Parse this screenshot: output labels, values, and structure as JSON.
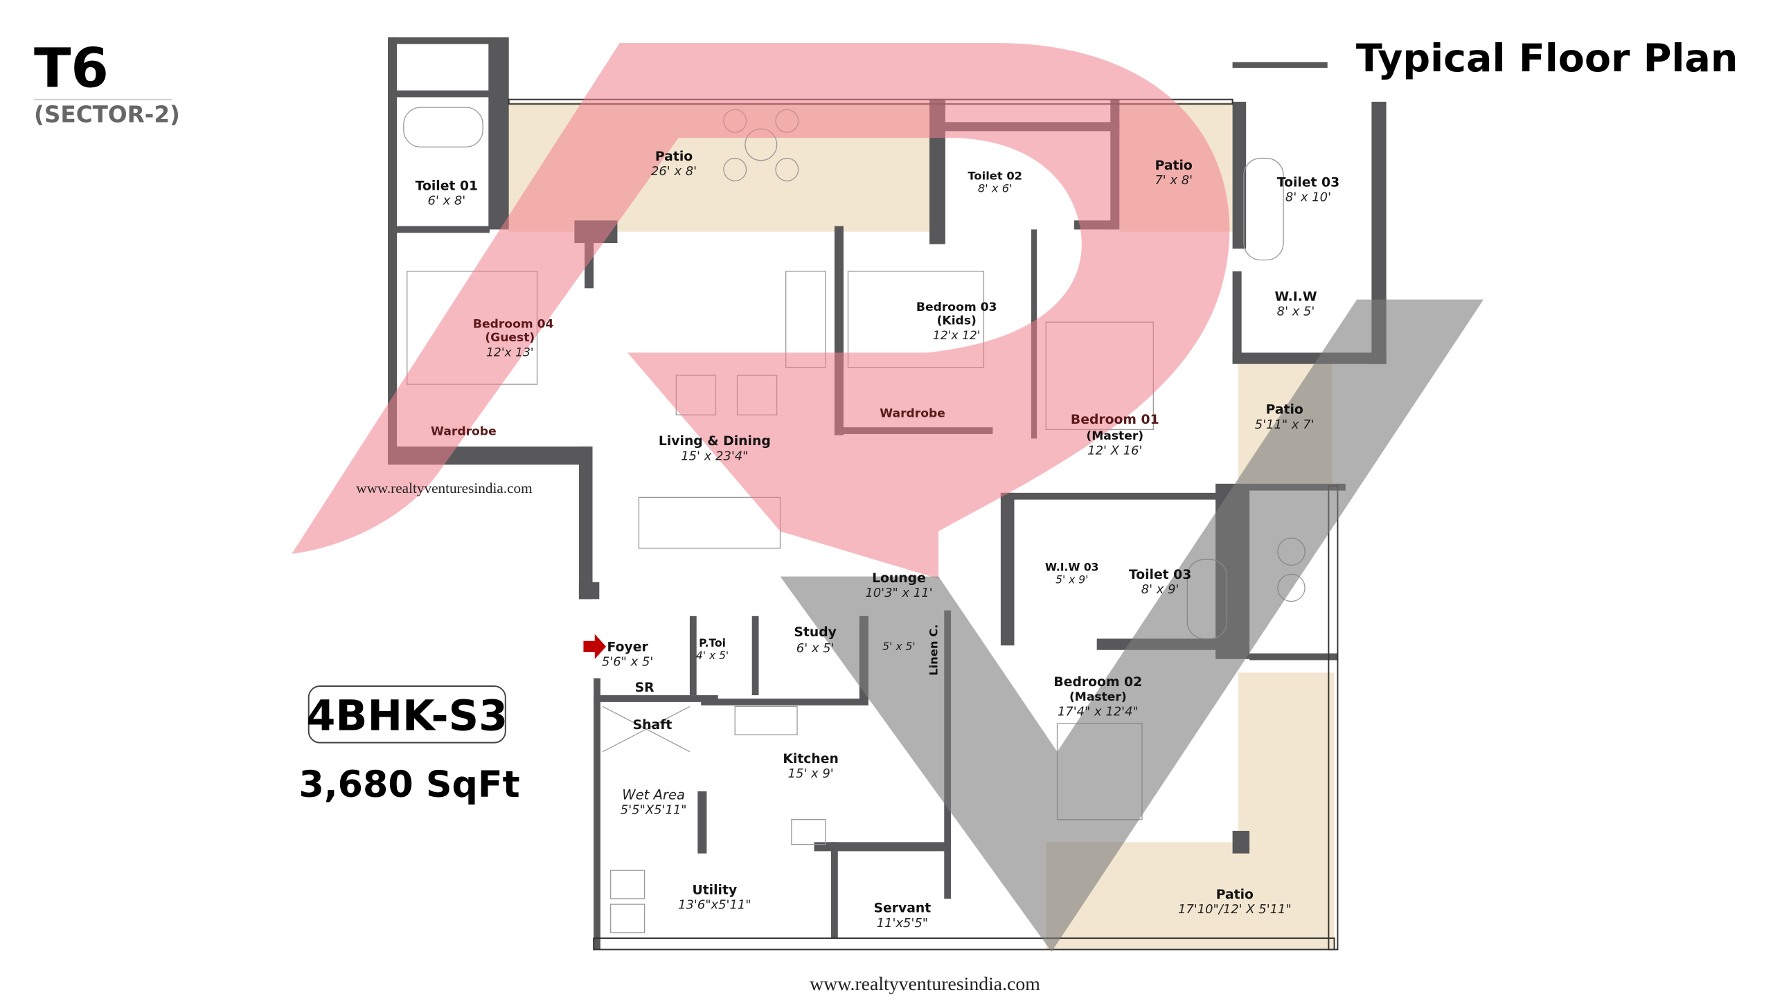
{
  "header": {
    "tower": "T6",
    "sector": "(SECTOR-2)",
    "title": "Typical Floor Plan"
  },
  "unit": {
    "type": "4BHK-S3",
    "area": "3,680 SqFt"
  },
  "watermark": "www.realtyventuresindia.com",
  "footer_url": "www.realtyventuresindia.com",
  "colors": {
    "logo_red": "#f07f8c",
    "logo_gray": "#8c8c8c",
    "patio": "#f3e6d0",
    "wall": "#58585a",
    "entry_arrow": "#c00000"
  },
  "rooms": {
    "toilet01": {
      "name": "Toilet 01",
      "dims": "6' x 8'"
    },
    "patio_top": {
      "name": "Patio",
      "dims": "26' x 8'"
    },
    "toilet02": {
      "name": "Toilet 02",
      "dims": "8' x 6'"
    },
    "patio_mid": {
      "name": "Patio",
      "dims": "7' x 8'"
    },
    "toilet03a": {
      "name": "Toilet 03",
      "dims": "8' x 10'"
    },
    "wiw": {
      "name": "W.I.W",
      "dims": "8' x 5'"
    },
    "bedroom04": {
      "name": "Bedroom 04",
      "sub": "(Guest)",
      "dims": "12'x 13'"
    },
    "bedroom03": {
      "name": "Bedroom 03",
      "sub": "(Kids)",
      "dims": "12'x 12'"
    },
    "wardrobe1": {
      "name": "Wardrobe"
    },
    "wardrobe2": {
      "name": "Wardrobe"
    },
    "living": {
      "name": "Living & Dining",
      "dims": "15' x 23'4\""
    },
    "bedroom01": {
      "name": "Bedroom 01",
      "sub": "(Master)",
      "dims": "12' X 16'"
    },
    "patio_right": {
      "name": "Patio",
      "dims": "5'11\" x 7'"
    },
    "wiw03": {
      "name": "W.I.W 03",
      "dims": "5' x 9'"
    },
    "toilet03b": {
      "name": "Toilet 03",
      "dims": "8' x 9'"
    },
    "lounge": {
      "name": "Lounge",
      "dims": "10'3\" x 11'"
    },
    "foyer": {
      "name": "Foyer",
      "dims": "5'6\" x 5'"
    },
    "ptoi": {
      "name": "P.Toi",
      "dims": "4' x 5'"
    },
    "study": {
      "name": "Study",
      "dims": "6' x 5'"
    },
    "linen": {
      "name": "Linen C.",
      "dims": "5' x 5'"
    },
    "sr": {
      "name": "SR"
    },
    "shaft": {
      "name": "Shaft"
    },
    "bedroom02": {
      "name": "Bedroom 02",
      "sub": "(Master)",
      "dims": "17'4\" x 12'4\""
    },
    "kitchen": {
      "name": "Kitchen",
      "dims": "15' x 9'"
    },
    "wet": {
      "name": "Wet Area",
      "dims": "5'5\"X5'11\""
    },
    "utility": {
      "name": "Utility",
      "dims": "13'6\"x5'11\""
    },
    "servant": {
      "name": "Servant",
      "dims": "11'x5'5\""
    },
    "patio_bottom": {
      "name": "Patio",
      "dims": "17'10\"/12' X 5'11\""
    }
  }
}
